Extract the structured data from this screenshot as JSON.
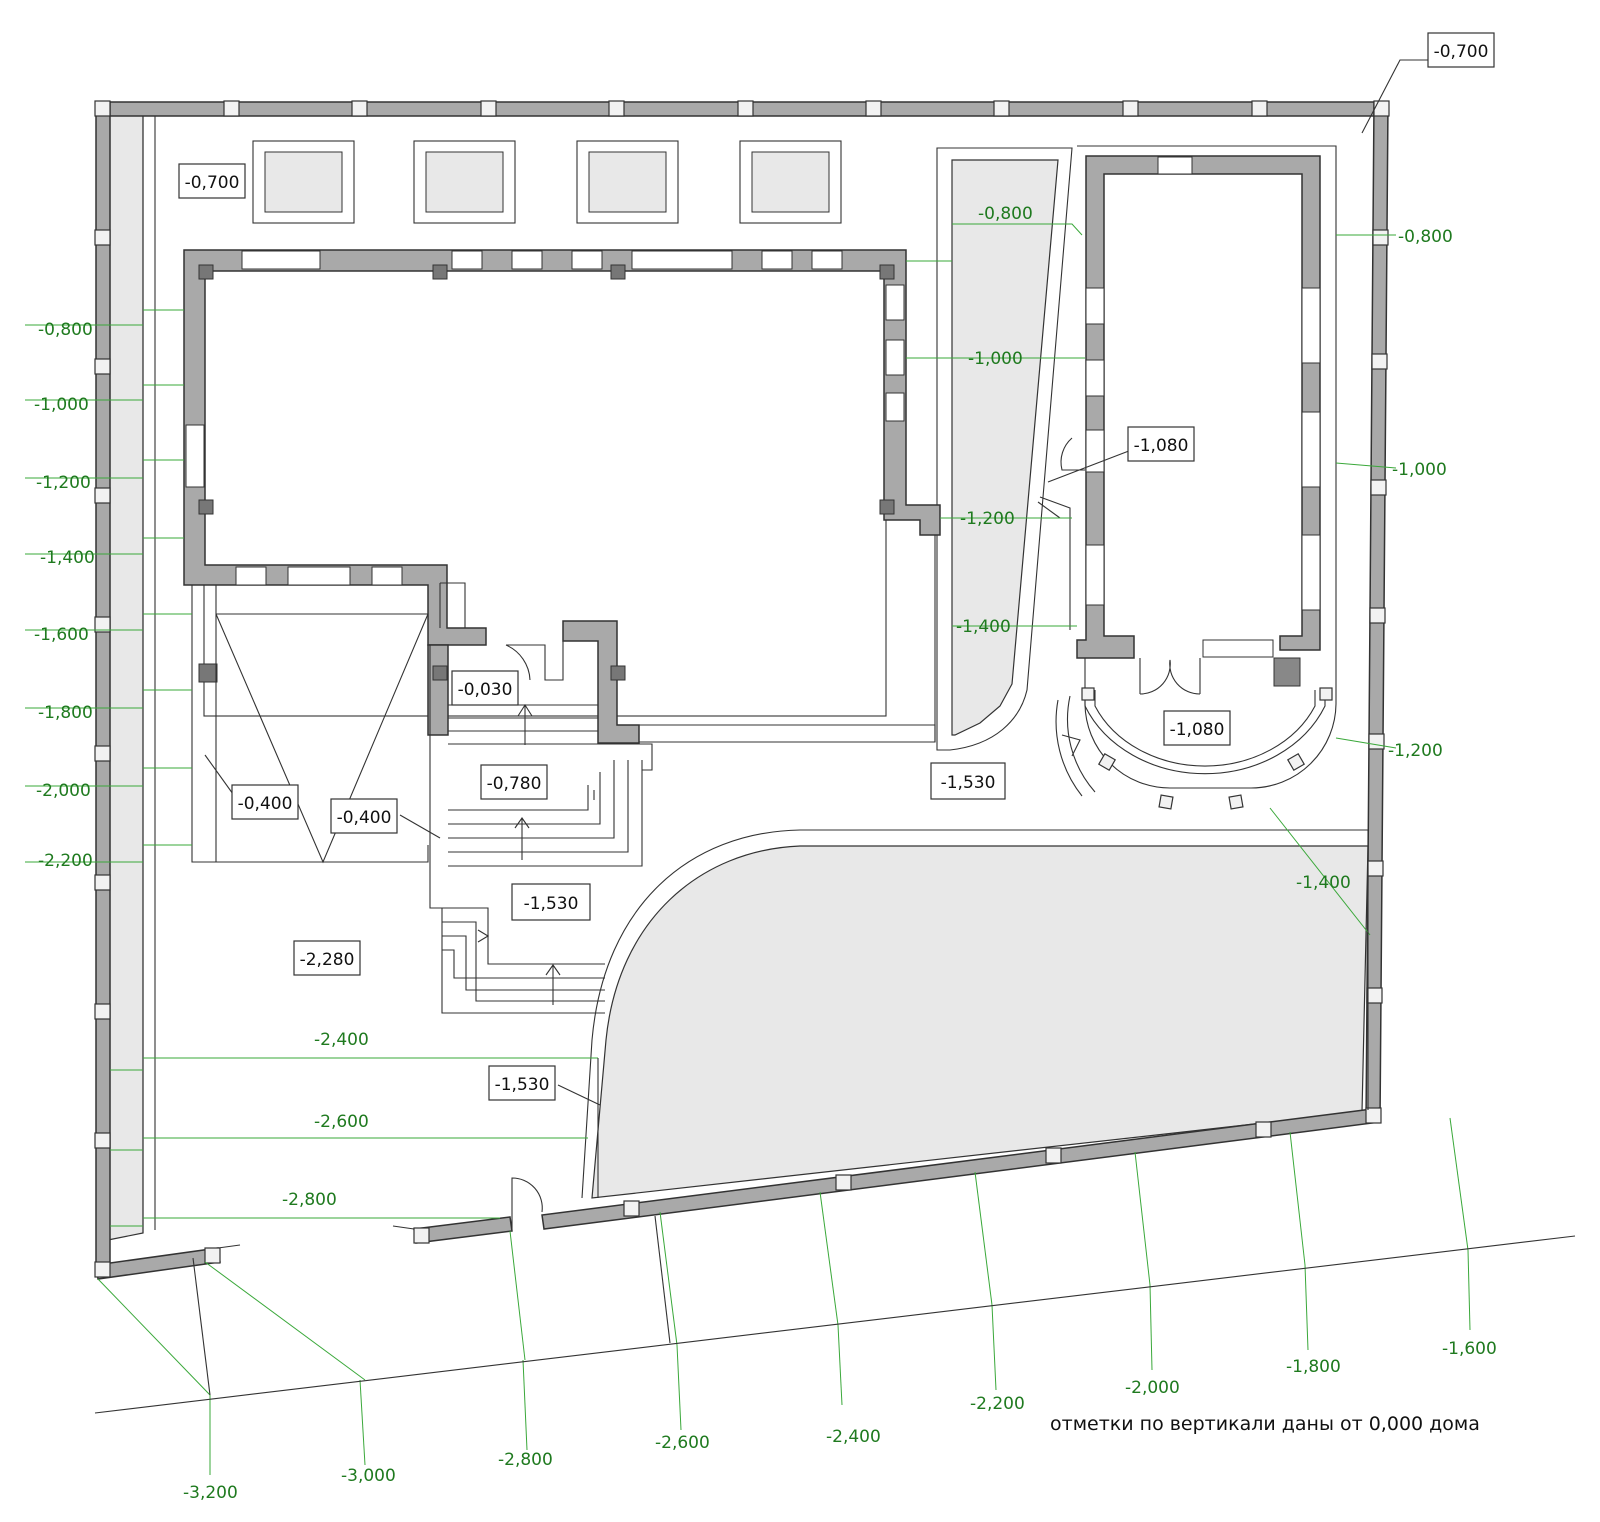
{
  "note": "отметки по вертикали даны от 0,000 дома",
  "boxed_marks": {
    "top_right": "-0,700",
    "top_left": "-0,700",
    "entrance": "-0,030",
    "stairs": "-0,780",
    "ramp_left": "-0,400",
    "ramp_right": "-0,400",
    "yard_mid": "-1,530",
    "yard_lower": "-1,530",
    "yard_bottom": "-1,530",
    "yard_left": "-2,280",
    "annex_door": "-1,080",
    "annex_porch": "-1,080"
  },
  "contours": {
    "left": [
      "-0,800",
      "-1,000",
      "-1,200",
      "-1,400",
      "-1,600",
      "-1,800",
      "-2,000",
      "-2,200"
    ],
    "right": [
      "-0,800",
      "-1,000",
      "-1,200",
      "-1,400"
    ],
    "middle": [
      "-0,800",
      "-1,000",
      "-1,200",
      "-1,400"
    ],
    "yard": [
      "-2,400",
      "-2,600",
      "-2,800"
    ],
    "bottom": [
      "-3,200",
      "-3,000",
      "-2,800",
      "-2,600",
      "-2,400",
      "-2,200",
      "-2,000",
      "-1,800",
      "-1,600"
    ]
  }
}
